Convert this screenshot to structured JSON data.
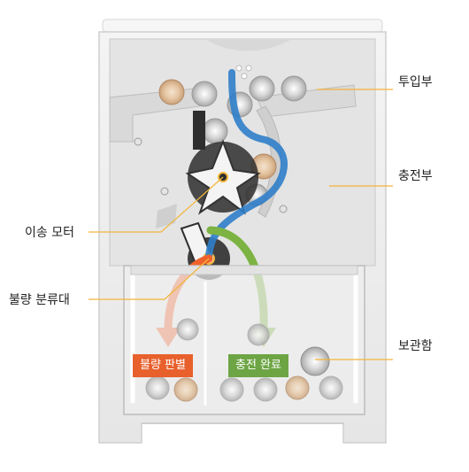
{
  "labels": {
    "input_section": "투입부",
    "charging_section": "충전부",
    "storage_box": "보관함",
    "transfer_motor": "이송 모터",
    "defect_sorter": "불량 분류대"
  },
  "badges": {
    "defect_judgment": "불량 판별",
    "charge_complete": "충전 완료"
  },
  "colors": {
    "blue_path": "#2f7ec9",
    "orange_path": "#f0622c",
    "green_path": "#7cb342",
    "badge_orange": "#e8602c",
    "badge_green": "#6da544",
    "leader_line": "#f2b53a"
  }
}
